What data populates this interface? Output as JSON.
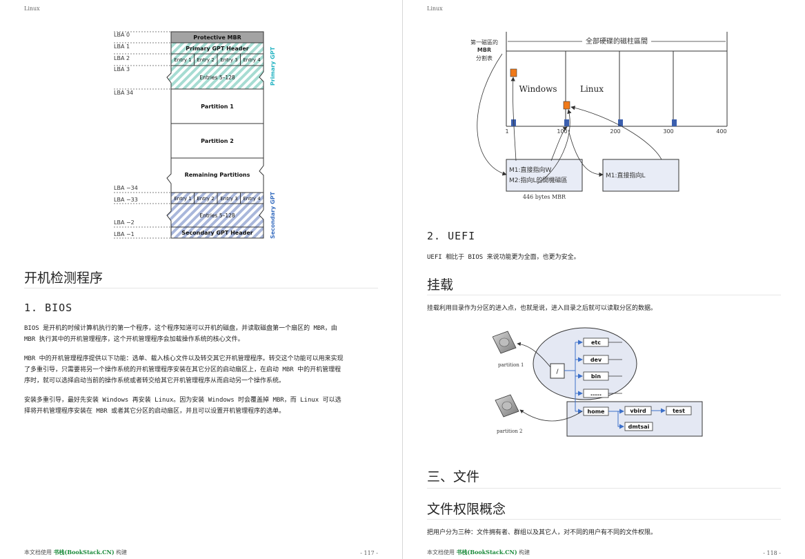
{
  "left_page": {
    "running_head": "Linux",
    "gpt_diagram": {
      "lba_labels": [
        "LBA 0",
        "LBA 1",
        "LBA 2",
        "LBA 3",
        "LBA 34",
        "LBA −34",
        "LBA −33",
        "LBA −2",
        "LBA −1"
      ],
      "protective_mbr": "Protective MBR",
      "primary_header": "Primary GPT Header",
      "entries": [
        "Entry 1",
        "Entry 2",
        "Entry 3",
        "Entry 4"
      ],
      "entries_rest": "Entries 5–128",
      "partition1": "Partition 1",
      "partition2": "Partition 2",
      "remaining": "Remaining Partitions",
      "secondary_header": "Secondary GPT Header",
      "primary_side": "Primary GPT",
      "secondary_side": "Secondary GPT"
    },
    "section_title": "开机检测程序",
    "subsection_title": "1. BIOS",
    "paragraphs": [
      [
        "BIOS 是开机的时候计算机执行的第一个程序，这个程序知道可以开机的磁盘，并读取磁盘第一个扇区的 MBR，由",
        "MBR 执行其中的开机管理程序，这个开机管理程序会加载操作系统的核心文件。"
      ],
      [
        "MBR 中的开机管理程序提供以下功能：选单、载入核心文件以及转交其它开机管理程序。转交这个功能可以用来实现",
        "了多重引导，只需要将另一个操作系统的开机管理程序安装在其它分区的启动扇区上，在启动 MBR 中的开机管理程",
        "序时，就可以选择启动当前的操作系统或者转交给其它开机管理程序从而启动另一个操作系统。"
      ],
      [
        "安装多重引导，最好先安装 Windows 再安装 Linux。因为安装 Windows 时会覆盖掉 MBR，而 Linux 可以选",
        "择将开机管理程序安装在 MBR 或者其它分区的启动扇区，并且可以设置开机管理程序的选单。"
      ]
    ],
    "footer": {
      "prefix": "本文档使用 ",
      "brand": "书栈(BookStack.CN)",
      "suffix": " 构建",
      "page": "- 117 -"
    }
  },
  "right_page": {
    "running_head": "Linux",
    "mbr_diagram": {
      "top_label": "全部硬碟的磁柱區間",
      "side_label_1": "第一磁區的",
      "side_label_2": "MBR",
      "side_label_3": "分割表",
      "windows": "Windows",
      "linux": "Linux",
      "ticks": [
        "1",
        "100",
        "200",
        "300",
        "400"
      ],
      "box1_line1": "M1:直接指向W",
      "box1_line2": "M2:指向L的開機磁區",
      "box1_caption": "446 bytes MBR",
      "box2_line1": "M1:直接指向L"
    },
    "uefi_title": "2. UEFI",
    "uefi_text": "UEFI 相比于 BIOS 来说功能更为全面，也更为安全。",
    "mount_title": "挂载",
    "mount_text": "挂载利用目录作为分区的进入点，也就是说，进入目录之后就可以读取分区的数据。",
    "mount_diagram": {
      "root": "/",
      "dirs": [
        "etc",
        "dev",
        "bin",
        "……"
      ],
      "home": "home",
      "vbird": "vbird",
      "test": "test",
      "dmtsai": "dmtsai",
      "partition1": "partition 1",
      "partition2": "partition 2"
    },
    "chapter_title": "三、文件",
    "perm_title": "文件权限概念",
    "perm_text": "把用户分为三种：文件拥有者、群组以及其它人，对不同的用户有不同的文件权限。",
    "footer": {
      "prefix": "本文档使用 ",
      "brand": "书栈(BookStack.CN)",
      "suffix": " 构建",
      "page": "- 118 -"
    }
  }
}
